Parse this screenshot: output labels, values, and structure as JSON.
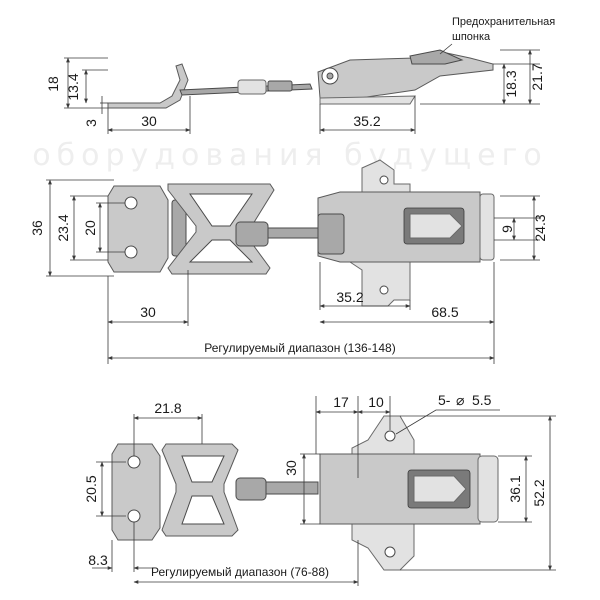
{
  "watermark": "оборудования будущего",
  "colors": {
    "metal": "#c9c9c9",
    "metal_dark": "#a8a8a8",
    "line": "#3a3a3a"
  },
  "side_view": {
    "callout": [
      "Предохранительная",
      "шпонка"
    ],
    "dims": {
      "h18": "18",
      "h13_4": "13.4",
      "h3": "3",
      "w30": "30",
      "w35_2": "35.2",
      "h18_3": "18.3",
      "h21_7": "21.7"
    }
  },
  "top_view": {
    "dims": {
      "h36": "36",
      "h23_4": "23.4",
      "h20": "20",
      "w30": "30",
      "w35_2": "35.2",
      "w68_5": "68.5",
      "h9": "9",
      "h24_3": "24.3"
    },
    "range_label": "Регулируемый диапазон (136-148)"
  },
  "bottom_view": {
    "dims": {
      "w21_8": "21.8",
      "w17": "17",
      "w10": "10",
      "holes": "5-",
      "hole_dia": "5.5",
      "h30": "30",
      "h20_5": "20.5",
      "h8_3": "8.3",
      "h36_1": "36.1",
      "h52_2": "52.2"
    },
    "range_label": "Регулируемый диапазон (76-88)"
  }
}
